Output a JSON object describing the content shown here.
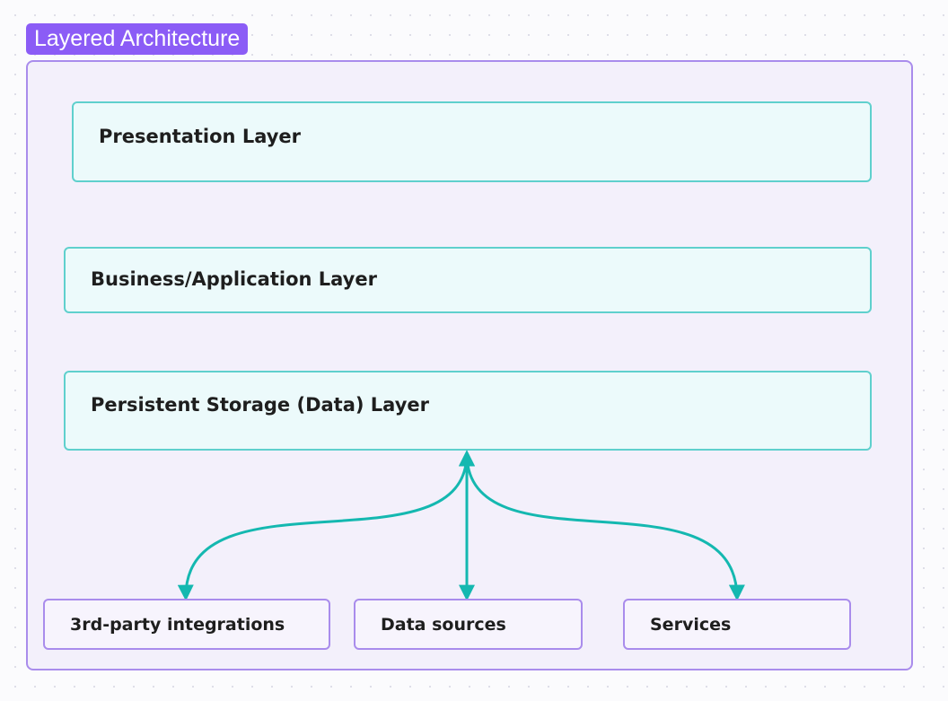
{
  "diagram": {
    "title": "Layered Architecture",
    "layers": [
      {
        "label": "Presentation Layer"
      },
      {
        "label": "Business/Application Layer"
      },
      {
        "label": "Persistent Storage (Data) Layer"
      }
    ],
    "sources": [
      {
        "label": "3rd-party integrations"
      },
      {
        "label": "Data sources"
      },
      {
        "label": "Services"
      }
    ]
  },
  "colors": {
    "title_badge": "#8b5cf6",
    "frame_border": "#a98cec",
    "layer_border": "#5fd0cd",
    "arrow": "#14b8b0"
  }
}
